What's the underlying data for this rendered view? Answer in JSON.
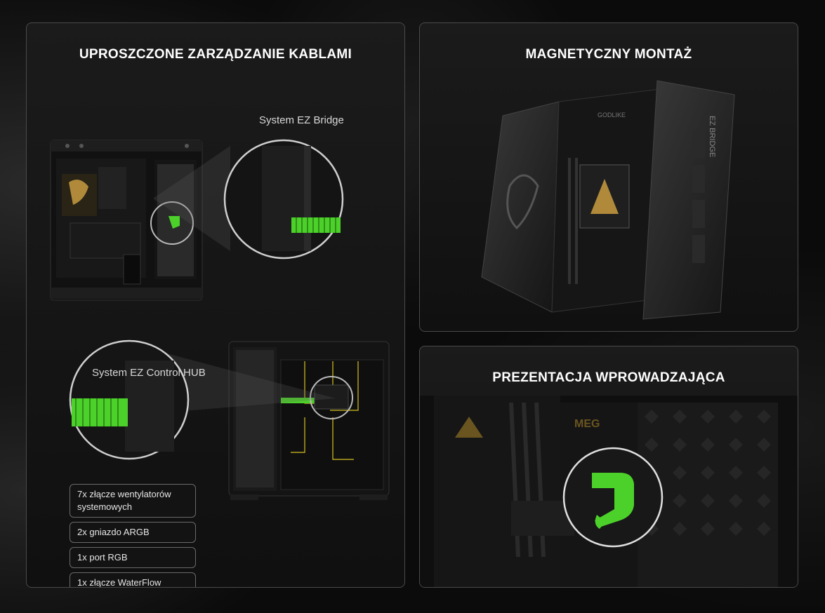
{
  "cards": {
    "cable": {
      "title": "UPROSZCZONE ZARZĄDZANIE KABLAMI",
      "ez_bridge_label": "System EZ Bridge",
      "ez_hub_label": "System EZ Control HUB",
      "tags": [
        "7x złącze wentylatorów systemowych",
        "2x gniazdo ARGB",
        "1x port RGB",
        "1x złącze WaterFlow"
      ]
    },
    "magnet": {
      "title": "MAGNETYCZNY MONTAŻ",
      "board_text_ezbridge": "EZ BRIDGE",
      "board_text_godlike": "GODLIKE"
    },
    "intro": {
      "title": "PREZENTACJA WPROWADZAJĄCA",
      "board_text_meg": "MEG"
    }
  },
  "colors": {
    "accent_green": "#4cd12a",
    "highlight_yellow": "#d8c020",
    "card_border": "#4a4a4a"
  }
}
